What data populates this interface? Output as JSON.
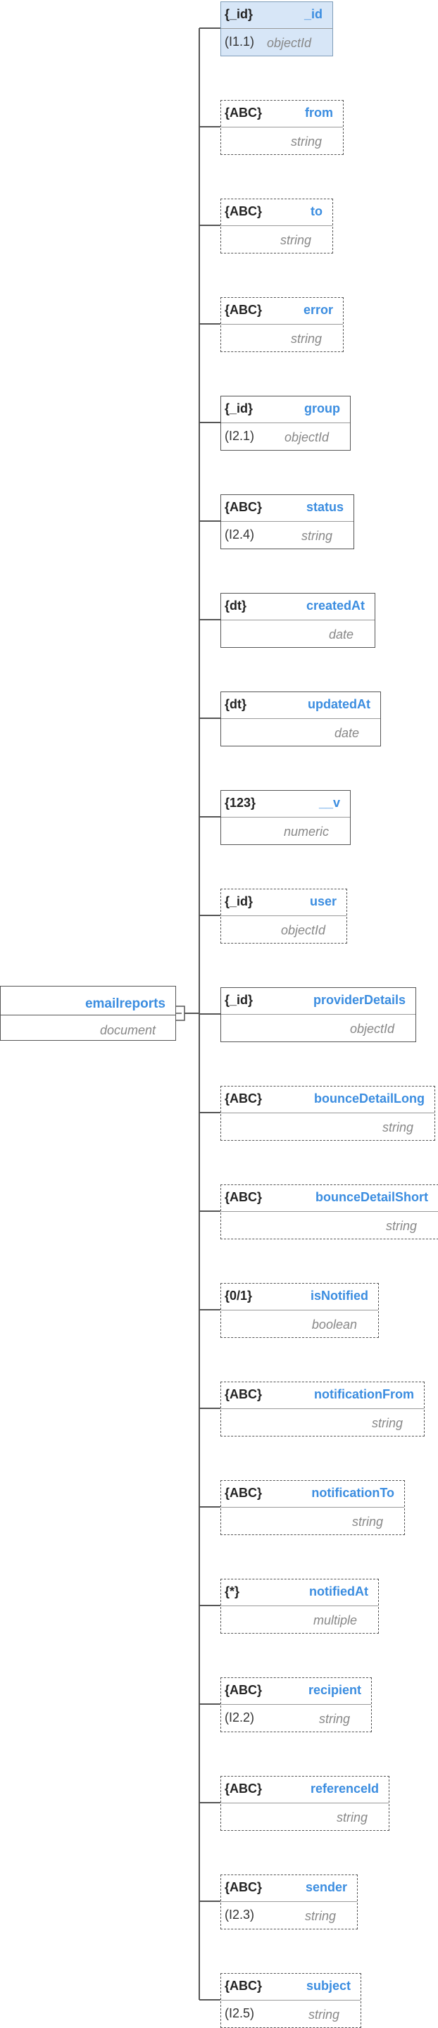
{
  "root": {
    "name": "emailreports",
    "type": "document"
  },
  "fields": [
    {
      "kind": "{_id}",
      "name": "_id",
      "index": "(I1.1)",
      "type": "objectId",
      "required": true,
      "selected": true
    },
    {
      "kind": "{ABC}",
      "name": "from",
      "index": "",
      "type": "string",
      "required": false
    },
    {
      "kind": "{ABC}",
      "name": "to",
      "index": "",
      "type": "string",
      "required": false
    },
    {
      "kind": "{ABC}",
      "name": "error",
      "index": "",
      "type": "string",
      "required": false
    },
    {
      "kind": "{_id}",
      "name": "group",
      "index": "(I2.1)",
      "type": "objectId",
      "required": true
    },
    {
      "kind": "{ABC}",
      "name": "status",
      "index": "(I2.4)",
      "type": "string",
      "required": true
    },
    {
      "kind": "{dt}",
      "name": "createdAt",
      "index": "",
      "type": "date",
      "required": true
    },
    {
      "kind": "{dt}",
      "name": "updatedAt",
      "index": "",
      "type": "date",
      "required": true
    },
    {
      "kind": "{123}",
      "name": "__v",
      "index": "",
      "type": "numeric",
      "required": true
    },
    {
      "kind": "{_id}",
      "name": "user",
      "index": "",
      "type": "objectId",
      "required": false
    },
    {
      "kind": "{_id}",
      "name": "providerDetails",
      "index": "",
      "type": "objectId",
      "required": true
    },
    {
      "kind": "{ABC}",
      "name": "bounceDetailLong",
      "index": "",
      "type": "string",
      "required": false
    },
    {
      "kind": "{ABC}",
      "name": "bounceDetailShort",
      "index": "",
      "type": "string",
      "required": false
    },
    {
      "kind": "{0/1}",
      "name": "isNotified",
      "index": "",
      "type": "boolean",
      "required": false
    },
    {
      "kind": "{ABC}",
      "name": "notificationFrom",
      "index": "",
      "type": "string",
      "required": false
    },
    {
      "kind": "{ABC}",
      "name": "notificationTo",
      "index": "",
      "type": "string",
      "required": false
    },
    {
      "kind": "{*}",
      "name": "notifiedAt",
      "index": "",
      "type": "multiple",
      "required": false
    },
    {
      "kind": "{ABC}",
      "name": "recipient",
      "index": "(I2.2)",
      "type": "string",
      "required": false
    },
    {
      "kind": "{ABC}",
      "name": "referenceId",
      "index": "",
      "type": "string",
      "required": false
    },
    {
      "kind": "{ABC}",
      "name": "sender",
      "index": "(I2.3)",
      "type": "string",
      "required": false
    },
    {
      "kind": "{ABC}",
      "name": "subject",
      "index": "(I2.5)",
      "type": "string",
      "required": false
    }
  ],
  "colors": {
    "field_name": "#3b8de0",
    "selected_fill": "#d7e6f7",
    "line": "#555555"
  }
}
